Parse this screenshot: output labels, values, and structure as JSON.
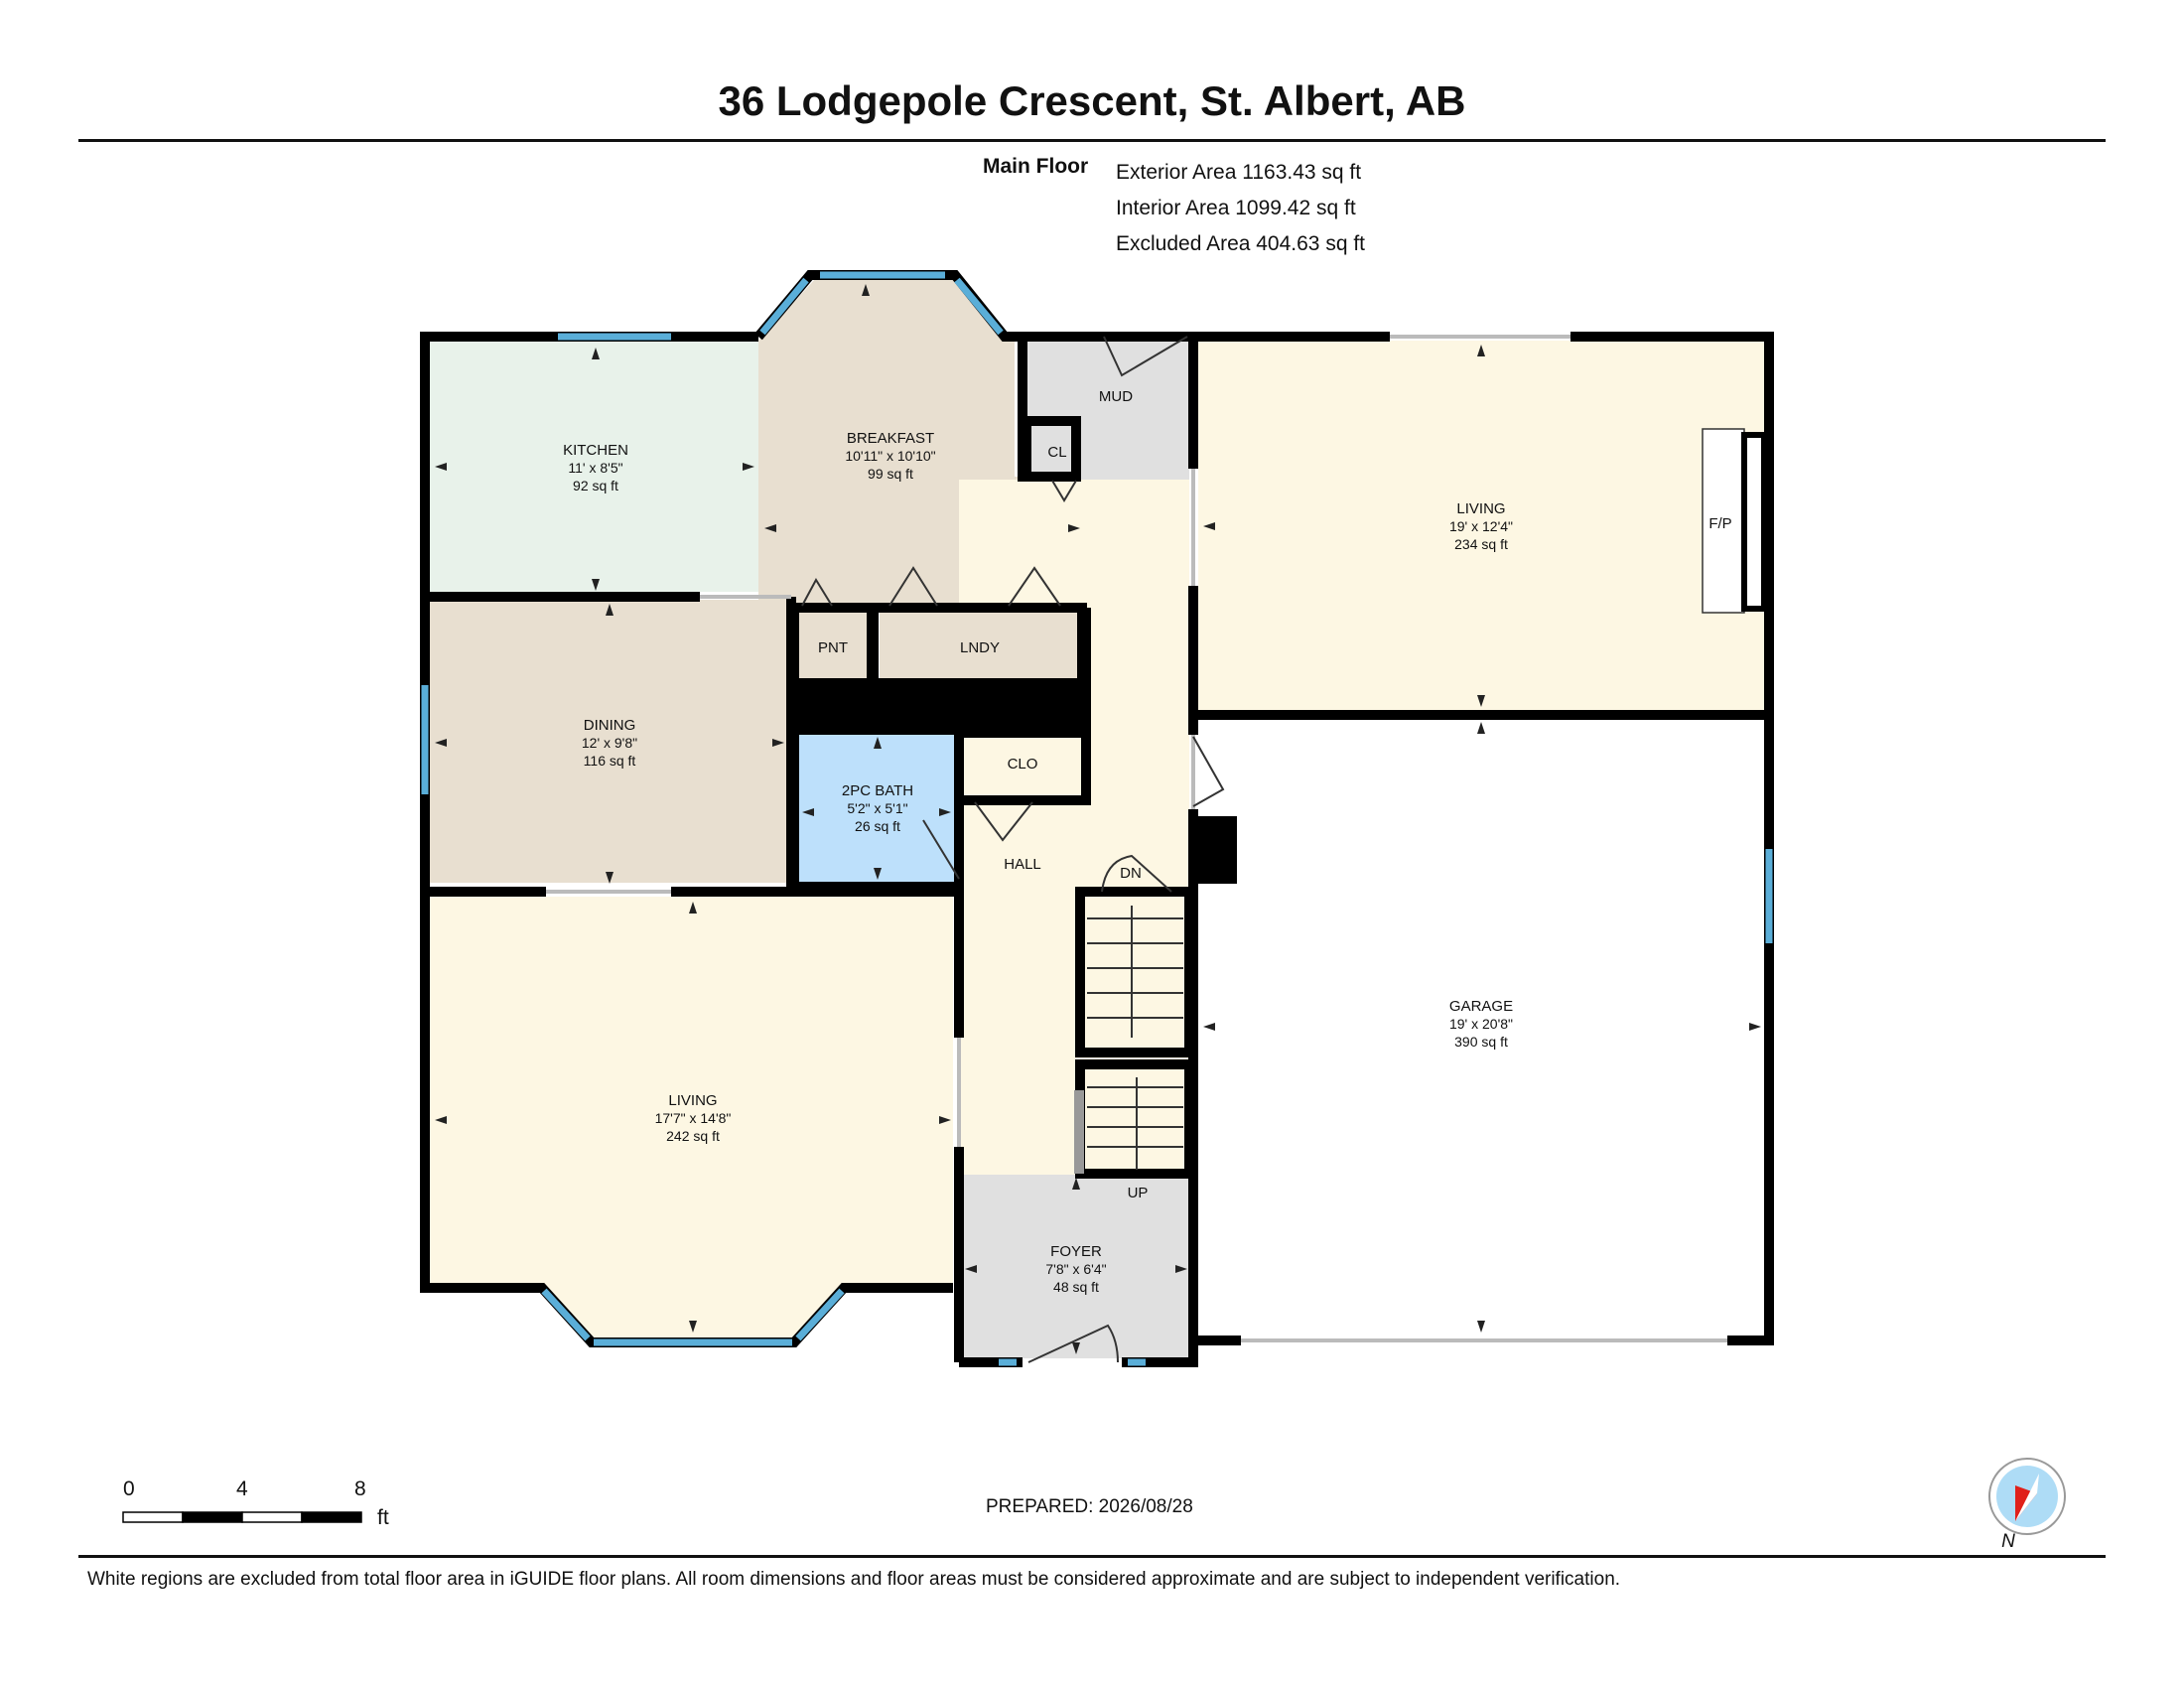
{
  "header": {
    "title": "36 Lodgepole Crescent, St. Albert, AB"
  },
  "floor": {
    "name": "Main Floor",
    "exterior_area": "Exterior Area 1163.43 sq ft",
    "interior_area": "Interior Area 1099.42 sq ft",
    "excluded_area": "Excluded Area 404.63 sq ft"
  },
  "rooms": {
    "kitchen": {
      "name": "KITCHEN",
      "dims": "11' x 8'5\"",
      "area": "92 sq ft"
    },
    "breakfast": {
      "name": "BREAKFAST",
      "dims": "10'11\" x 10'10\"",
      "area": "99 sq ft"
    },
    "mud": {
      "name": "MUD"
    },
    "cl": {
      "name": "CL"
    },
    "living_upper": {
      "name": "LIVING",
      "dims": "19' x 12'4\"",
      "area": "234 sq ft"
    },
    "fp": {
      "name": "F/P"
    },
    "pnt": {
      "name": "PNT"
    },
    "lndy": {
      "name": "LNDY"
    },
    "dining": {
      "name": "DINING",
      "dims": "12' x 9'8\"",
      "area": "116 sq ft"
    },
    "bath": {
      "name": "2PC BATH",
      "dims": "5'2\" x 5'1\"",
      "area": "26 sq ft"
    },
    "clo": {
      "name": "CLO"
    },
    "hall": {
      "name": "HALL"
    },
    "dn": {
      "name": "DN"
    },
    "up": {
      "name": "UP"
    },
    "garage": {
      "name": "GARAGE",
      "dims": "19' x 20'8\"",
      "area": "390 sq ft"
    },
    "living_lower": {
      "name": "LIVING",
      "dims": "17'7\" x 14'8\"",
      "area": "242 sq ft"
    },
    "foyer": {
      "name": "FOYER",
      "dims": "7'8\" x 6'4\"",
      "area": "48 sq ft"
    }
  },
  "colors": {
    "kitchen": "#e8f2ea",
    "breakfast": "#e8dfd0",
    "dining": "#e8dfd0",
    "living": "#fdf7e3",
    "bath": "#bde0fb",
    "mud": "#e0e0e0",
    "window": "#5aaed8",
    "wall": "#000000"
  },
  "scale_bar": {
    "labels": [
      "0",
      "4",
      "8"
    ],
    "unit": "ft"
  },
  "prepared": "PREPARED: 2026/08/28",
  "compass": {
    "label": "N"
  },
  "footnote": "White regions are excluded from total floor area in iGUIDE floor plans. All room dimensions and floor areas must be considered approximate and are subject to independent verification."
}
